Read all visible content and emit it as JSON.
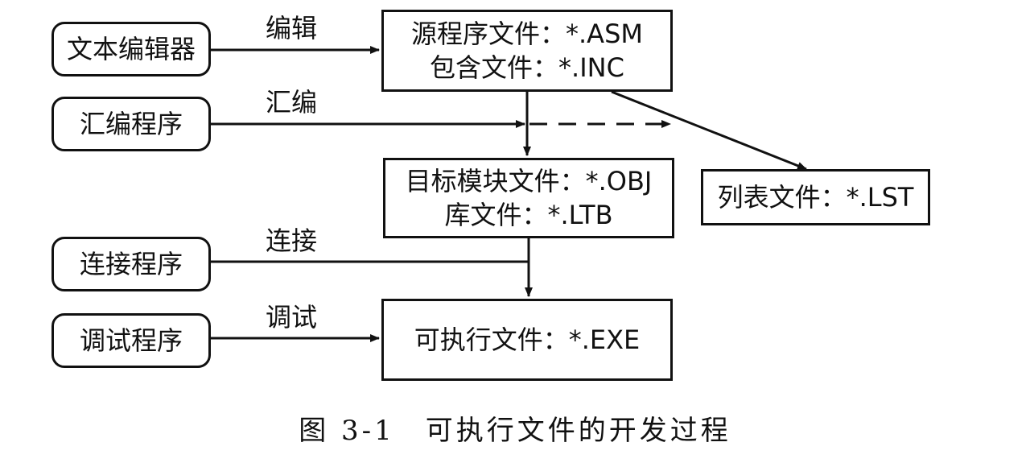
{
  "tools": {
    "text_editor": "文本编辑器",
    "assembler": "汇编程序",
    "linker": "连接程序",
    "debugger": "调试程序"
  },
  "actions": {
    "edit": "编辑",
    "assemble": "汇编",
    "link": "连接",
    "debug": "调试"
  },
  "files": {
    "source_line1": "源程序文件：*.ASM",
    "source_line2": "包含文件：*.INC",
    "object_line1": "目标模块文件：*.OBJ",
    "object_line2": "库文件：*.LTB",
    "executable": "可执行文件：*.EXE",
    "listing": "列表文件：*.LST"
  },
  "caption": "图 3-1　可执行文件的开发过程"
}
